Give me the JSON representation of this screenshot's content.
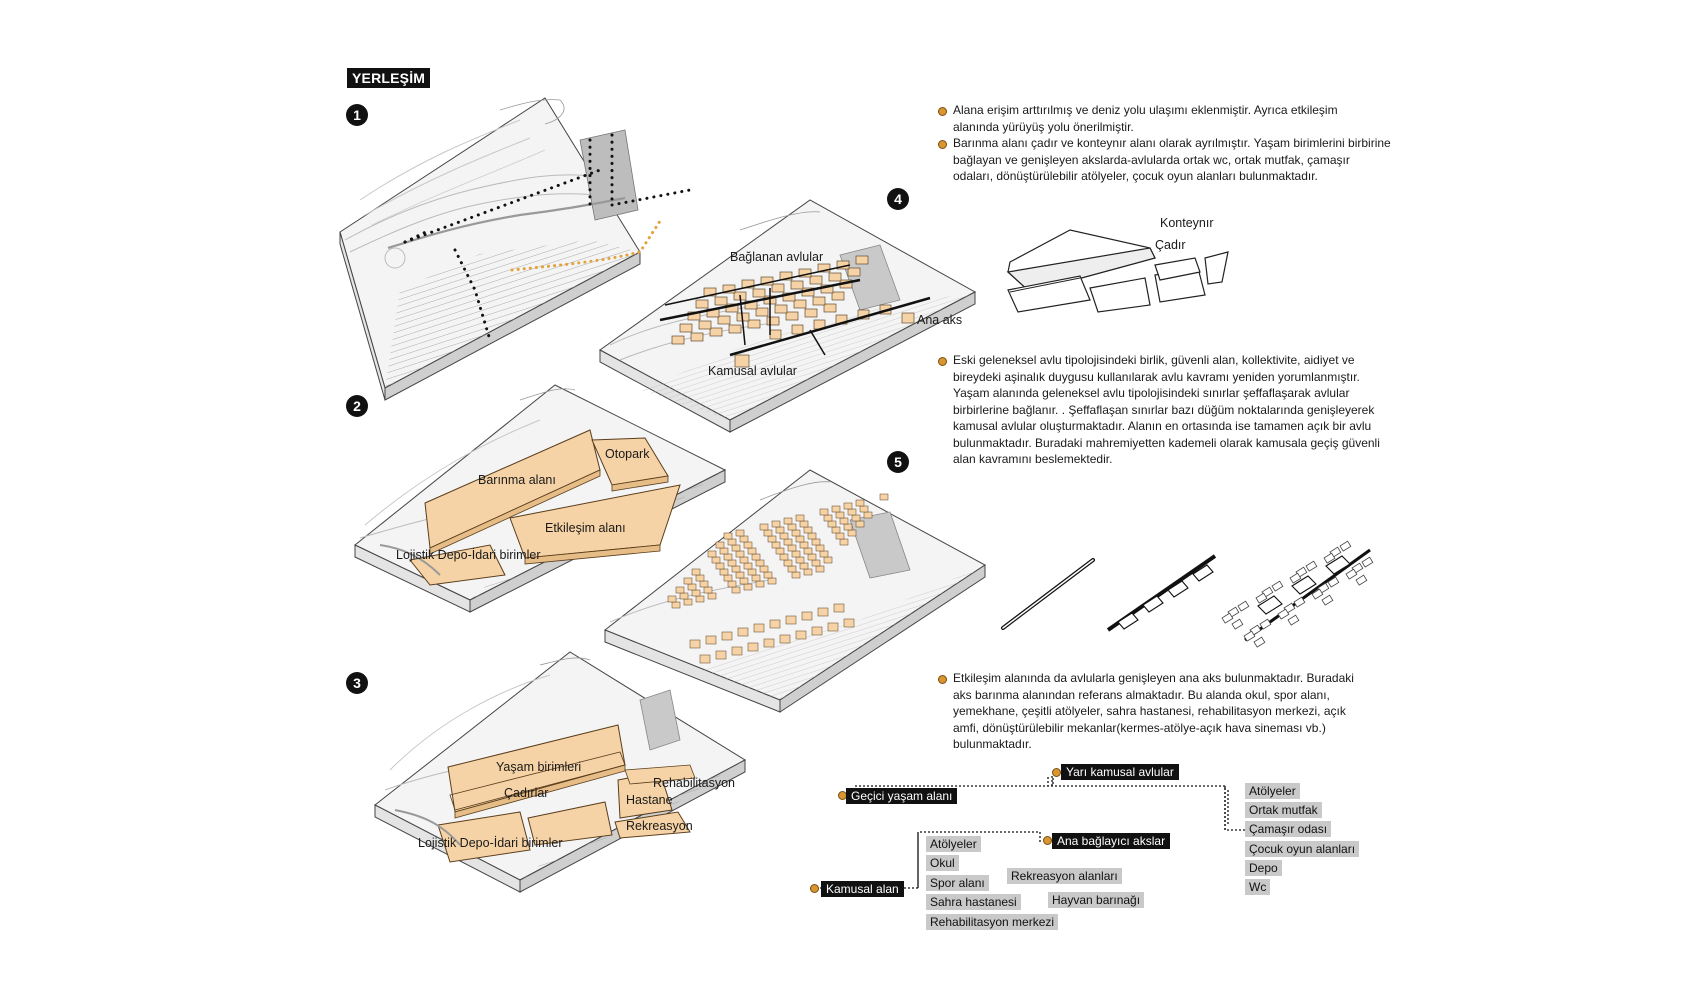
{
  "heading": "YERLEŞİM",
  "steps": [
    "1",
    "2",
    "3",
    "4",
    "5"
  ],
  "diagram2": {
    "barinma": "Barınma alanı",
    "otopark": "Otopark",
    "etkilesim": "Etkileşim alanı",
    "lojistik": "Lojistik Depo-İdari birimler"
  },
  "diagram3": {
    "yasam": "Yaşam birimleri",
    "cadirlar": "Çadırlar",
    "rehabilitasyon": "Rehabilitasyon",
    "hastane": "Hastane",
    "rekreasyon": "Rekreasyon",
    "lojistik": "Lojistik Depo-İdari birimler"
  },
  "diagram4": {
    "baglanan": "Bağlanan avlular",
    "ana_aks": "Ana aks",
    "kamusal": "Kamusal avlular"
  },
  "legend_units": {
    "konteynir": "Konteynır",
    "cadir": "Çadır"
  },
  "text_block_1": {
    "b1": "Alana erişim arttırılmış ve deniz yolu ulaşımı eklenmiştir. Ayrıca etkileşim alanında yürüyüş yolu önerilmiştir.",
    "b2": "Barınma alanı çadır ve konteynır alanı olarak ayrılmıştır. Yaşam birimlerini birbirine bağlayan ve genişleyen akslarda-avlularda ortak wc, ortak mutfak, çamaşır odaları, dönüştürülebilir atölyeler, çocuk oyun alanları bulunmaktadır."
  },
  "text_block_2": "Eski geleneksel avlu tipolojisindeki birlik, güvenli alan, kollektivite, aidiyet ve bireydeki aşinalık duygusu kullanılarak avlu kavramı yeniden yorumlanmıştır. Yaşam alanında geleneksel avlu tipolojisindeki sınırlar şeffaflaşarak avlular birbirlerine bağlanır. . Şeffaflaşan sınırlar bazı düğüm noktalarında genişleyerek kamusal avlular oluşturmaktadır. Alanın en ortasında ise tamamen açık bir avlu bulunmaktadır. Buradaki mahremiyetten kademeli olarak kamusala geçiş güvenli alan kavramını beslemektedir.",
  "text_block_3": "Etkileşim alanında da avlularla genişleyen ana aks bulunmaktadır. Buradaki aks barınma alanından referans almaktadır. Bu alanda  okul, spor alanı, yemekhane, çeşitli atölyeler, sahra hastanesi, rehabilitasyon merkezi, açık amfi, dönüştürülebilir mekanlar(kermes-atölye-açık hava sineması vb.) bulunmaktadır.",
  "tree": {
    "yari_kamusal": "Yarı kamusal avlular",
    "gecici": "Geçici yaşam alanı",
    "ana_baglayici": "Ana bağlayıcı akslar",
    "kamusal_alan": "Kamusal alan",
    "right_list": [
      "Atölyeler",
      "Ortak mutfak",
      "Çamaşır odası",
      "Çocuk oyun alanları",
      "Depo",
      "Wc"
    ],
    "left_list": [
      "Atölyeler",
      "Okul",
      "Spor alanı",
      "Sahra hastanesi",
      "Rehabilitasyon merkezi"
    ],
    "mid_list": [
      "Rekreasyon alanları",
      "Hayvan barınağı"
    ]
  },
  "colors": {
    "accent_orange": "#f6d3a6",
    "bullet_orange": "#d9952f",
    "path_orange": "#e3a13a",
    "black": "#111111",
    "tag_grey": "#c9c9c9"
  }
}
